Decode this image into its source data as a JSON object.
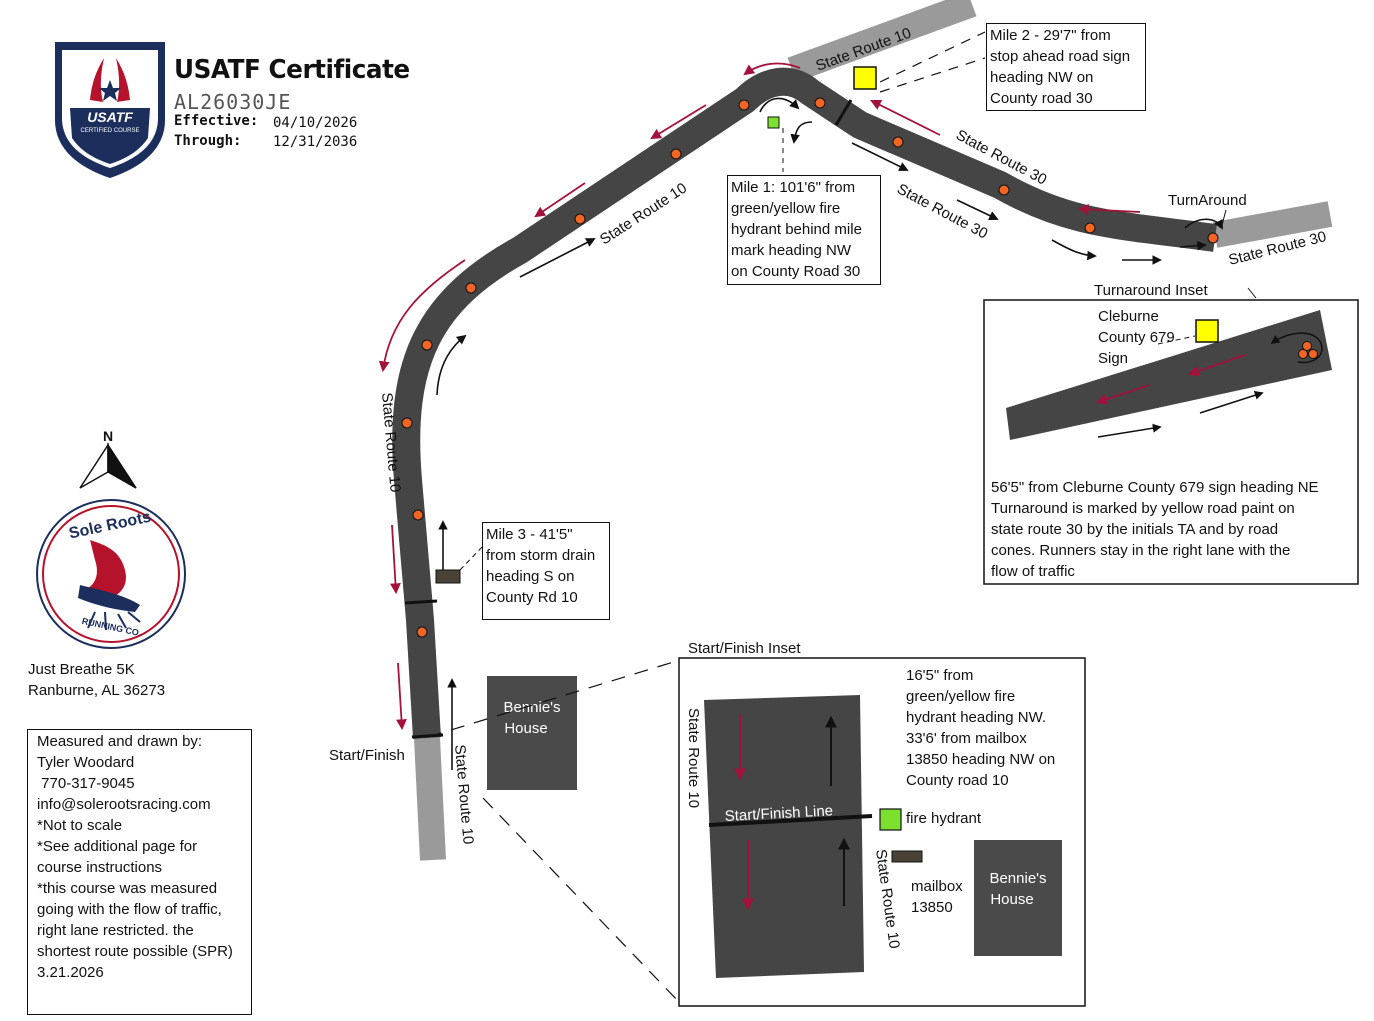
{
  "certificate": {
    "title": "USATF Certificate",
    "code": "AL26030JE",
    "effective_label": "Effective:",
    "effective_date": "04/10/2026",
    "through_label": "Through:",
    "through_date": "12/31/2036"
  },
  "usatf_logo": {
    "brand": "USATF",
    "sub": "CERTIFIED COURSE"
  },
  "soleroots_logo": {
    "name": "Sole Roots",
    "tagline": "RUNNING CO."
  },
  "compass": {
    "north": "N"
  },
  "event": {
    "name": "Just Breathe 5K",
    "location": "Ranburne, AL 36273"
  },
  "measured_box": {
    "lines": [
      "Measured and drawn by:",
      "Tyler Woodard",
      " 770-317-9045",
      "info@solerootsracing.com",
      "*Not to scale",
      "*See additional page for",
      "course instructions",
      "*this course was measured",
      "going with the flow of traffic,",
      "right lane restricted. the",
      "shortest route possible (SPR)",
      "3.21.2026"
    ]
  },
  "mile1_box": {
    "lines": [
      "Mile 1: 101'6\" from",
      "green/yellow fire",
      "hydrant behind mile",
      "mark heading NW",
      "on County Road 30"
    ]
  },
  "mile2_box": {
    "lines": [
      "Mile 2 - 29'7\" from",
      "stop ahead road sign",
      "heading NW on",
      "County road 30"
    ]
  },
  "mile3_box": {
    "lines": [
      "Mile 3 - 41'5\"",
      "from storm drain",
      "heading S on",
      "County Rd 10"
    ]
  },
  "road_labels": {
    "sr10_top": "State Route 10",
    "sr10_mid": "State Route 10",
    "sr10_left": "State Route 10",
    "sr10_bottom": "State Route 10",
    "sr30_upper": "State Route 30",
    "sr30_lower": "State Route 30",
    "sr30_end": "State Route 30"
  },
  "map_labels": {
    "turnaround": "TurnAround",
    "start_finish": "Start/Finish",
    "bennies_house": [
      "Bennie's",
      "House"
    ]
  },
  "turnaround_inset": {
    "title": "Turnaround Inset",
    "sign_label": [
      "Cleburne",
      "County 679",
      "Sign"
    ],
    "description": [
      "56'5\" from Cleburne County 679 sign heading NE",
      "Turnaround is marked by yellow road paint on",
      "state route 30 by the initials TA and by road",
      "cones. Runners stay in the right lane with the",
      "flow of traffic"
    ]
  },
  "start_inset": {
    "title": "Start/Finish Inset",
    "road_label": "State Route 10",
    "road_label_right": "State Route 10",
    "line_label": "Start/Finish Line",
    "hydrant_label": "fire hydrant",
    "mailbox_label": [
      "mailbox",
      "13850"
    ],
    "house_label": [
      "Bennie's",
      "House"
    ],
    "description": [
      "16'5\" from",
      "green/yellow fire",
      "hydrant heading NW.",
      "33'6' from mailbox",
      "13850 heading NW on",
      "County road 10"
    ]
  },
  "colors": {
    "road": "#454545",
    "road_extension": "#9a9a9a",
    "cone": "#f26522",
    "arrow_red": "#a3123a",
    "hydrant_green": "#7ee02e",
    "sign_yellow": "#ffff00",
    "usatf_navy": "#1c2e5c",
    "usatf_red": "#b5122b"
  }
}
